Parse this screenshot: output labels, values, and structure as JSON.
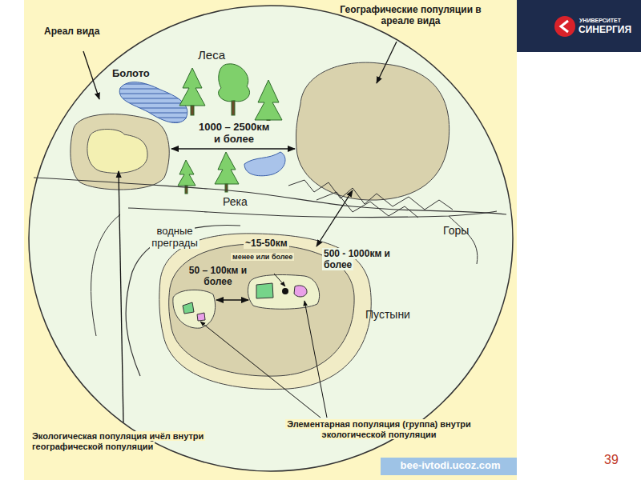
{
  "diagram": {
    "labels": [
      "Ареал вида",
      "Географические популяции в ареале вида",
      "Леса",
      "Болото",
      "1000 – 2500км и более",
      "Река",
      "Горы",
      "водные преграды",
      "~15-50км",
      "менее или более",
      "500 - 1000км и более",
      "50 – 100км и более",
      "Пустыни",
      "Экологическая популяция ичёл внутри географической популяции",
      "Элементарная популяция (группа) внутри экологической популяции",
      "bee-ivtodi.ucoz.com",
      "УНИВЕРСИТЕТ",
      "СИНЕРГИЯ",
      "39"
    ]
  }
}
